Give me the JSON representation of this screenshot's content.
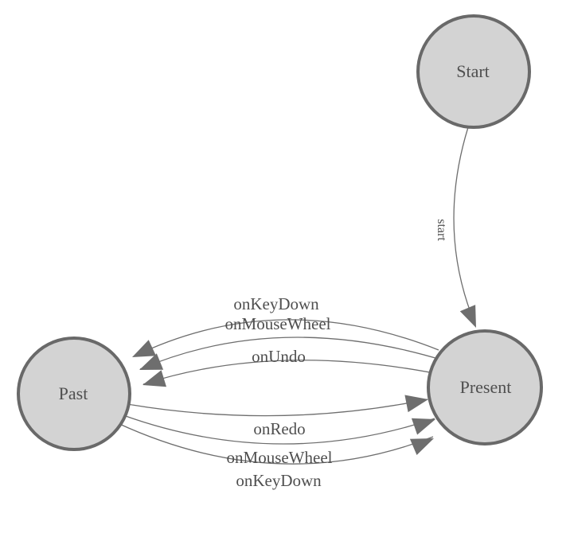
{
  "diagram": {
    "title": "undo-redo state machine",
    "background": "#ffffff",
    "colors": {
      "node_fill": "#d3d3d3",
      "node_stroke": "#696969",
      "edge": "#6e6e6e",
      "arrow": "#6e6e6e",
      "label": "#4f4f4f"
    },
    "nodes": [
      {
        "id": "start",
        "label": "Start"
      },
      {
        "id": "past",
        "label": "Past"
      },
      {
        "id": "present",
        "label": "Present"
      }
    ],
    "edges": [
      {
        "from": "Start",
        "to": "Present",
        "label": "start"
      },
      {
        "from": "Present",
        "to": "Past",
        "label": "onKeyDown"
      },
      {
        "from": "Present",
        "to": "Past",
        "label": "onMouseWheel"
      },
      {
        "from": "Present",
        "to": "Past",
        "label": "onUndo"
      },
      {
        "from": "Past",
        "to": "Present",
        "label": "onRedo"
      },
      {
        "from": "Past",
        "to": "Present",
        "label": "onMouseWheel"
      },
      {
        "from": "Past",
        "to": "Present",
        "label": "onKeyDown"
      }
    ]
  }
}
